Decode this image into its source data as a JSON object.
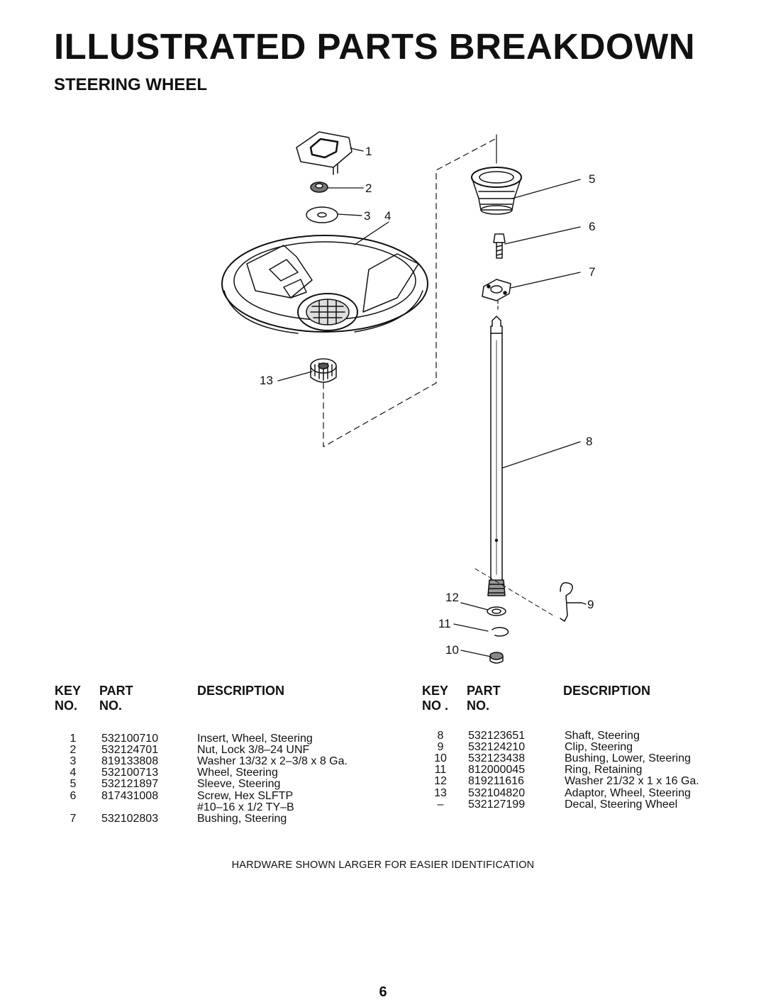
{
  "title": "ILLUSTRATED PARTS BREAKDOWN",
  "subtitle": "STEERING WHEEL",
  "headers": {
    "left": {
      "key1": "KEY",
      "key2": "NO.",
      "part1": "PART",
      "part2": "NO.",
      "desc": "DESCRIPTION"
    },
    "right": {
      "key1": "KEY",
      "key2": "NO .",
      "part1": "PART",
      "part2": "NO.",
      "desc": "DESCRIPTION"
    }
  },
  "parts_left": [
    {
      "key": "1",
      "part": "532100710",
      "desc": "Insert, Wheel, Steering"
    },
    {
      "key": "2",
      "part": "532124701",
      "desc": "Nut, Lock  3/8–24 UNF"
    },
    {
      "key": "3",
      "part": "819133808",
      "desc": "Washer  13/32 x 2–3/8 x 8 Ga."
    },
    {
      "key": "4",
      "part": "532100713",
      "desc": "Wheel, Steering"
    },
    {
      "key": "5",
      "part": "532121897",
      "desc": "Sleeve, Steering"
    },
    {
      "key": "6",
      "part": "817431008",
      "desc": "Screw, Hex SLFTP"
    },
    {
      "key": "",
      "part": "",
      "desc": "#10–16 x 1/2 TY–B"
    },
    {
      "key": "7",
      "part": "532102803",
      "desc": "Bushing, Steering"
    }
  ],
  "parts_right": [
    {
      "key": "8",
      "part": "532123651",
      "desc": "Shaft, Steering"
    },
    {
      "key": "9",
      "part": "532124210",
      "desc": "Clip, Steering"
    },
    {
      "key": "10",
      "part": "532123438",
      "desc": "Bushing, Lower, Steering"
    },
    {
      "key": "11",
      "part": "812000045",
      "desc": "Ring, Retaining"
    },
    {
      "key": "12",
      "part": "819211616",
      "desc": "Washer  21/32 x 1 x 16 Ga."
    },
    {
      "key": "13",
      "part": "532104820",
      "desc": "Adaptor, Wheel, Steering"
    },
    {
      "key": "–",
      "part": "532127199",
      "desc": "Decal, Steering Wheel"
    }
  ],
  "callouts": [
    "1",
    "2",
    "3",
    "4",
    "5",
    "6",
    "7",
    "8",
    "9",
    "10",
    "11",
    "12",
    "13"
  ],
  "note": "HARDWARE SHOWN LARGER FOR EASIER IDENTIFICATION",
  "page_number": "6"
}
